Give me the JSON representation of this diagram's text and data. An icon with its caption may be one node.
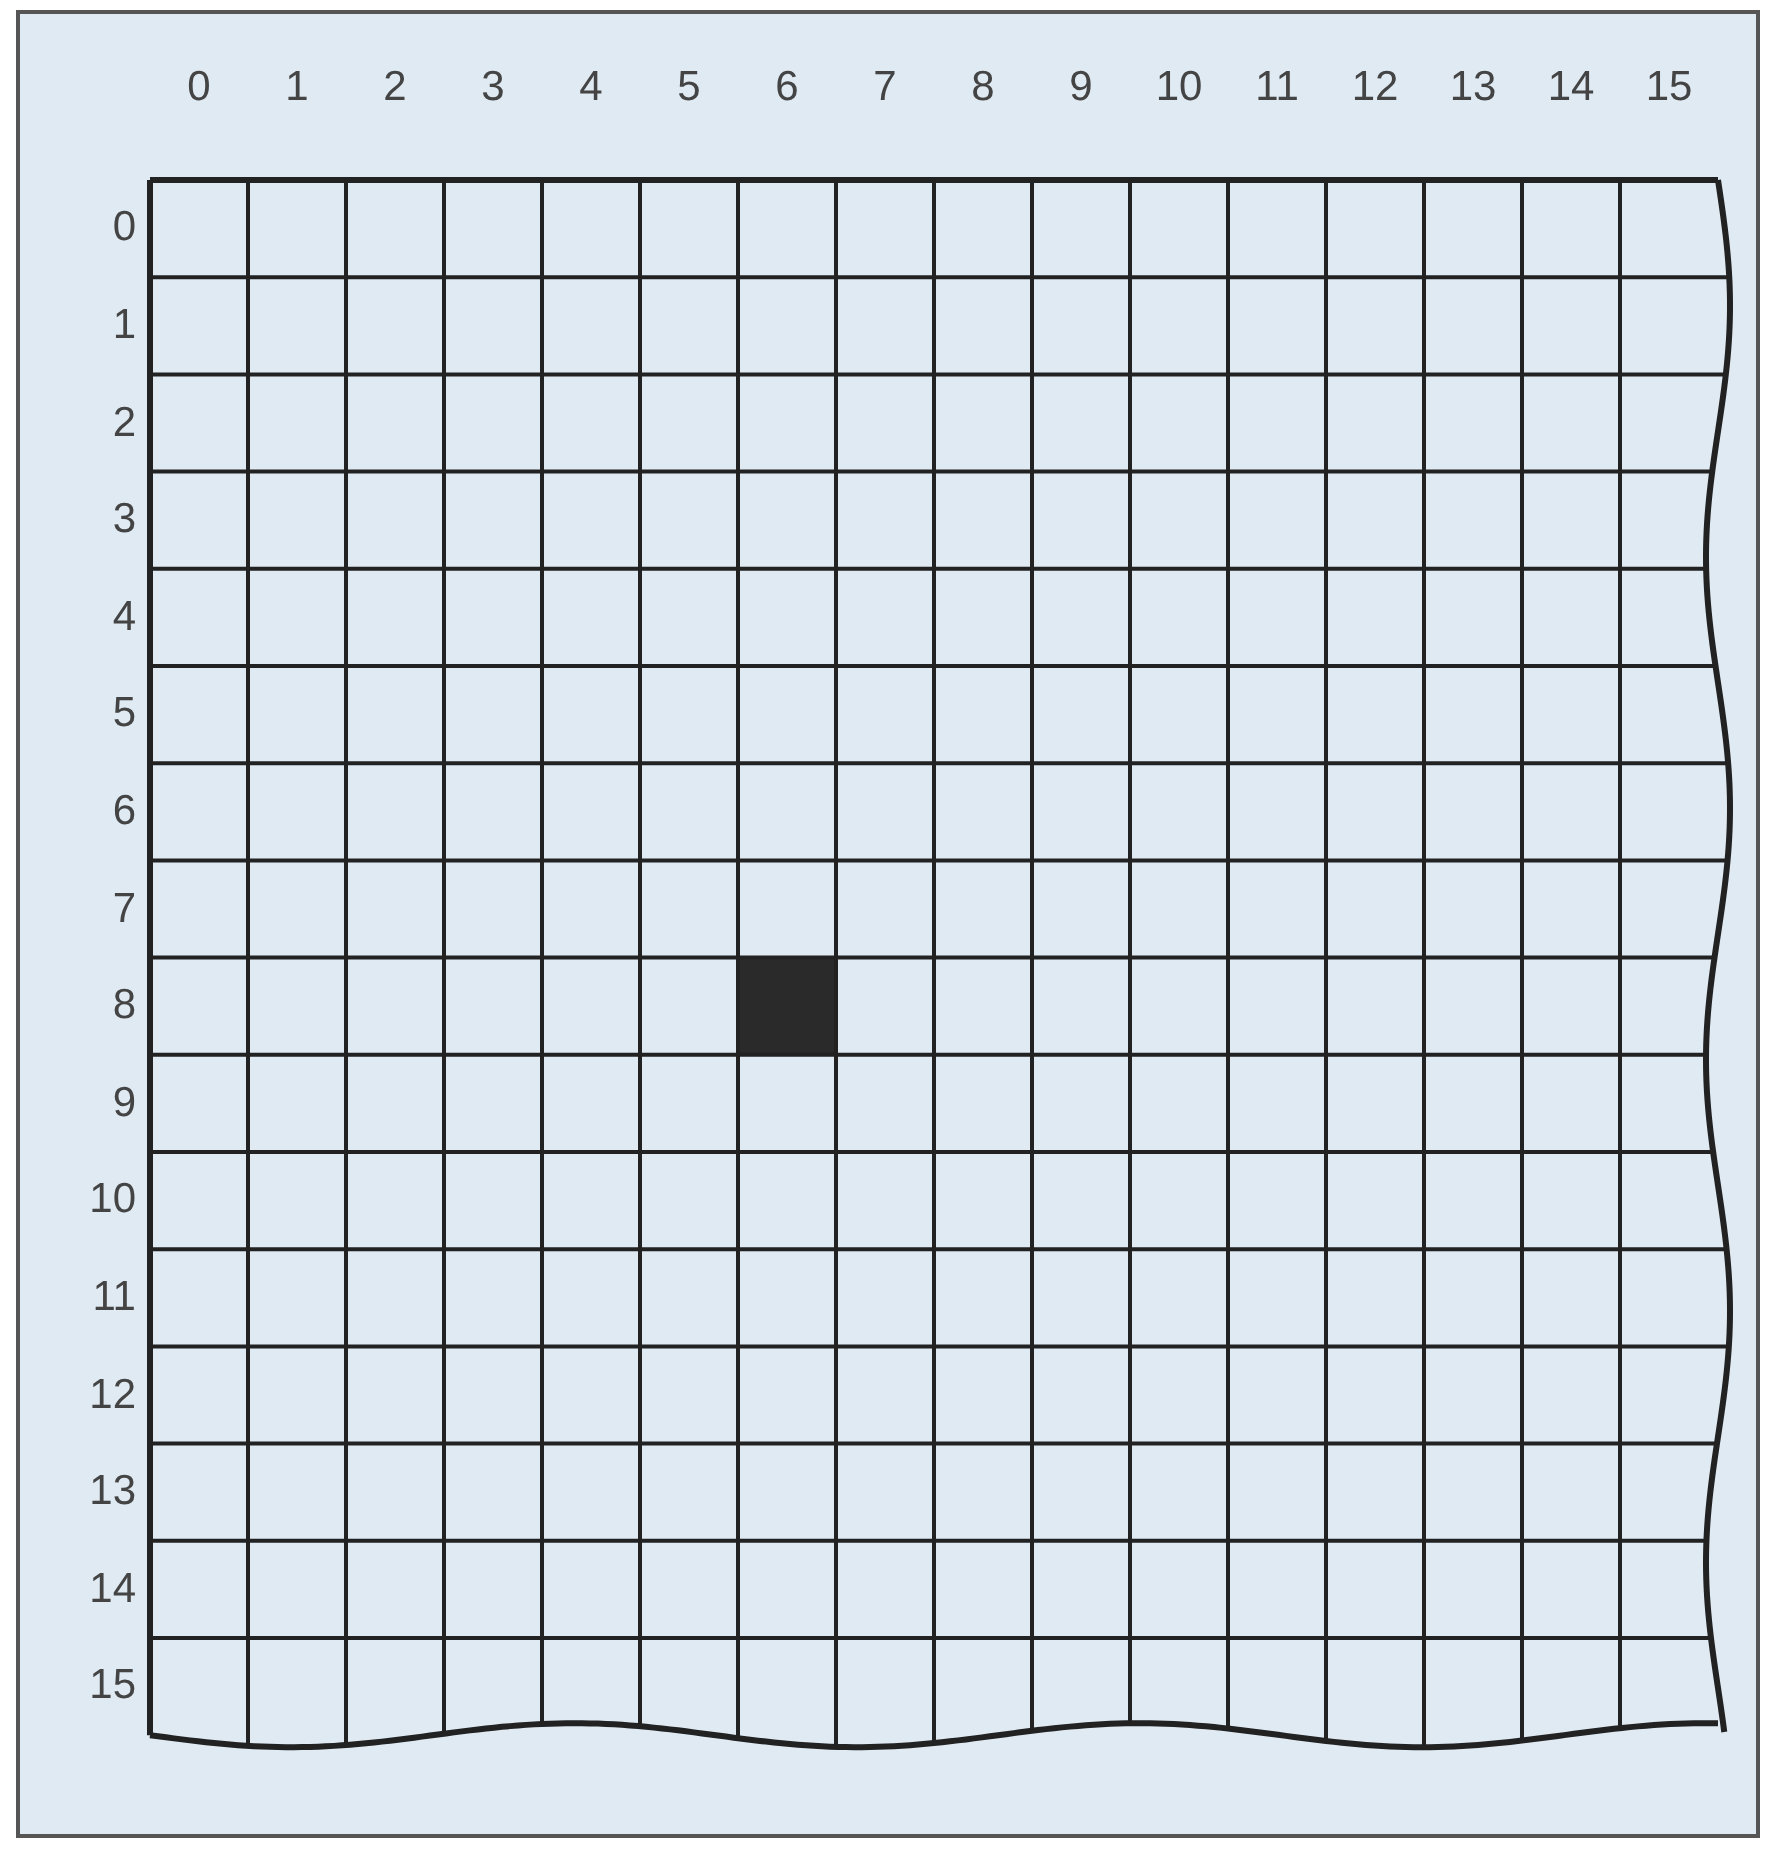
{
  "diagram": {
    "labels": [
      "0",
      "1",
      "2",
      "3",
      "4",
      "5",
      "6",
      "7",
      "8",
      "9",
      "10",
      "11",
      "12",
      "13",
      "14",
      "15",
      "0",
      "1",
      "2",
      "3",
      "4",
      "5",
      "6",
      "7",
      "8",
      "9",
      "10",
      "11",
      "12",
      "13",
      "14",
      "15"
    ]
  }
}
